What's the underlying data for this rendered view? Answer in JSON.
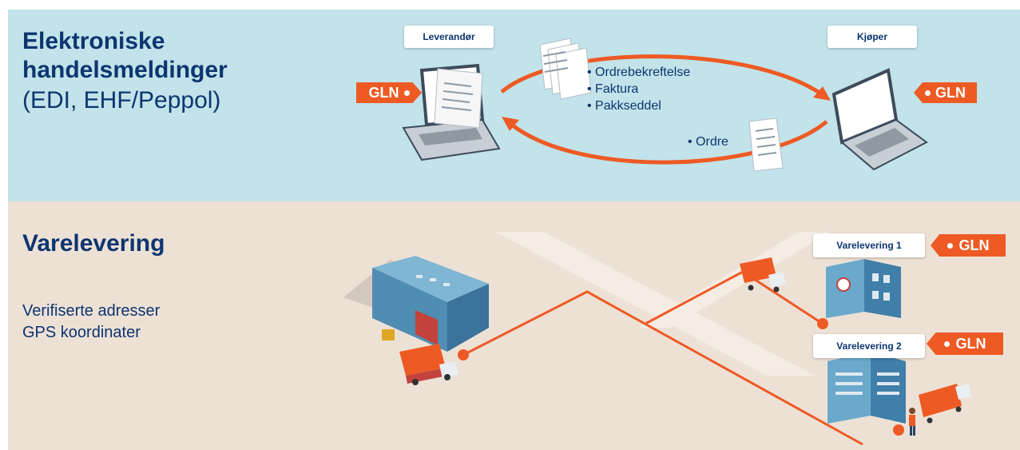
{
  "top": {
    "title": "Elektroniske handelsmeldinger",
    "subtitle": "(EDI, EHF/Peppol)",
    "supplier_label": "Leverandør",
    "buyer_label": "Kjøper",
    "gln_left": "GLN",
    "gln_right": "GLN",
    "docs_to_buyer": [
      "• Ordrebekreftelse",
      "• Faktura",
      "• Pakkseddel"
    ],
    "docs_to_supplier": "• Ordre"
  },
  "bottom": {
    "title": "Varelevering",
    "line1": "Verifiserte adresser",
    "line2": "GPS koordinater",
    "delivery1_label": "Varelevering 1",
    "delivery2_label": "Varelevering 2",
    "gln_1": "GLN",
    "gln_2": "GLN"
  },
  "colors": {
    "navy": "#0d3570",
    "orange": "#ee5a24",
    "top_background": "#c1e3e9",
    "bottom_background": "#ede1d6"
  }
}
